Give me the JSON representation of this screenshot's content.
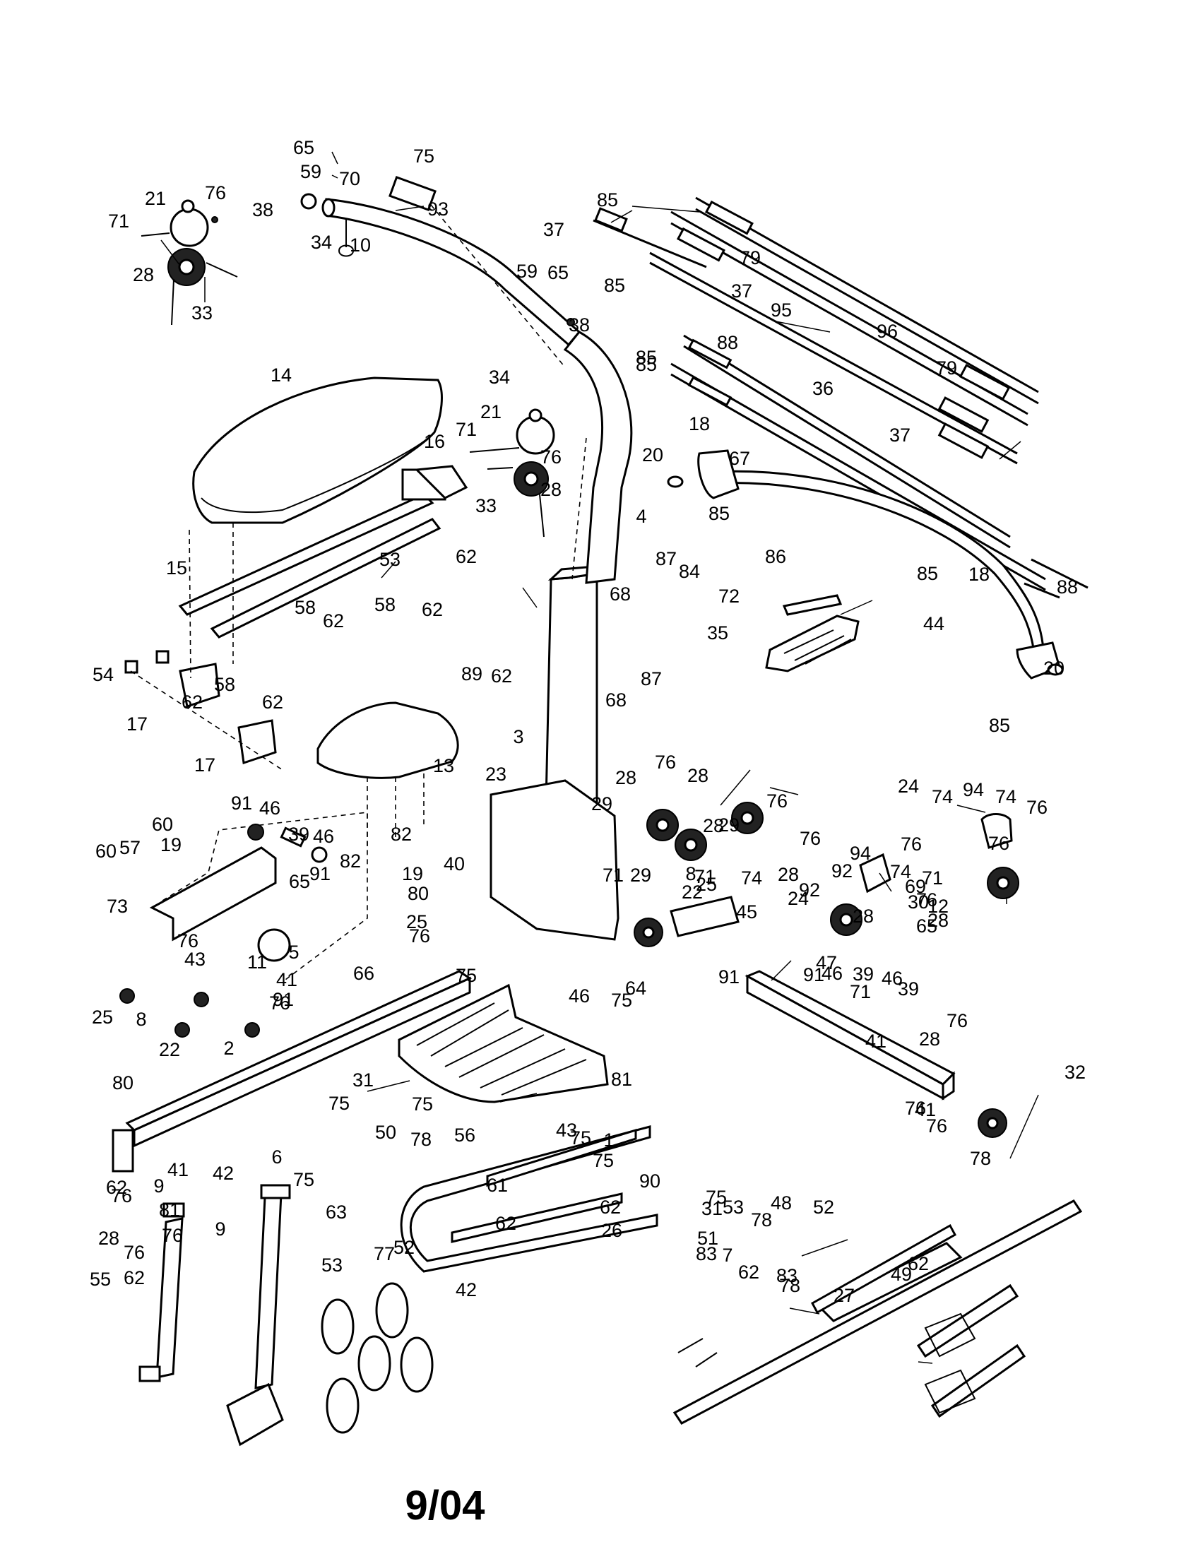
{
  "diagram": {
    "part_labels": [
      "1",
      "2",
      "3",
      "4",
      "5",
      "6",
      "7",
      "8",
      "9",
      "10",
      "11",
      "12",
      "13",
      "14",
      "15",
      "16",
      "17",
      "18",
      "19",
      "20",
      "21",
      "22",
      "23",
      "24",
      "25",
      "26",
      "27",
      "28",
      "29",
      "30",
      "31",
      "32",
      "33",
      "34",
      "35",
      "36",
      "37",
      "38",
      "39",
      "40",
      "41",
      "42",
      "43",
      "44",
      "45",
      "46",
      "47",
      "48",
      "49",
      "50",
      "51",
      "52",
      "53",
      "54",
      "55",
      "56",
      "57",
      "58",
      "59",
      "60",
      "61",
      "62",
      "63",
      "64",
      "65",
      "66",
      "67",
      "68",
      "69",
      "70",
      "71",
      "72",
      "73",
      "74",
      "75",
      "76",
      "77",
      "78",
      "79",
      "80",
      "81",
      "82",
      "83",
      "84",
      "85",
      "86",
      "87",
      "88",
      "89",
      "90",
      "91",
      "92",
      "93",
      "94",
      "95",
      "96"
    ],
    "callouts": [
      {
        "t": "65"
      },
      {
        "t": "75"
      },
      {
        "t": "59"
      },
      {
        "t": "70"
      },
      {
        "t": "21"
      },
      {
        "t": "76"
      },
      {
        "t": "38"
      },
      {
        "t": "93"
      },
      {
        "t": "71"
      },
      {
        "t": "34"
      },
      {
        "t": "10"
      },
      {
        "t": "28"
      },
      {
        "t": "33"
      },
      {
        "t": "85"
      },
      {
        "t": "37"
      },
      {
        "t": "79"
      },
      {
        "t": "85"
      },
      {
        "t": "37"
      },
      {
        "t": "59"
      },
      {
        "t": "65"
      },
      {
        "t": "38"
      },
      {
        "t": "95"
      },
      {
        "t": "96"
      },
      {
        "t": "85"
      },
      {
        "t": "88"
      },
      {
        "t": "79"
      },
      {
        "t": "36"
      },
      {
        "t": "37"
      },
      {
        "t": "18"
      },
      {
        "t": "85"
      },
      {
        "t": "14"
      },
      {
        "t": "34"
      },
      {
        "t": "71"
      },
      {
        "t": "21"
      },
      {
        "t": "76"
      },
      {
        "t": "16"
      },
      {
        "t": "28"
      },
      {
        "t": "33"
      },
      {
        "t": "20"
      },
      {
        "t": "67"
      },
      {
        "t": "85"
      },
      {
        "t": "4"
      },
      {
        "t": "84"
      },
      {
        "t": "53"
      },
      {
        "t": "15"
      },
      {
        "t": "62"
      },
      {
        "t": "58"
      },
      {
        "t": "62"
      },
      {
        "t": "58"
      },
      {
        "t": "62"
      },
      {
        "t": "86"
      },
      {
        "t": "68"
      },
      {
        "t": "87"
      },
      {
        "t": "72"
      },
      {
        "t": "85"
      },
      {
        "t": "18"
      },
      {
        "t": "88"
      },
      {
        "t": "44"
      },
      {
        "t": "35"
      },
      {
        "t": "54"
      },
      {
        "t": "58"
      },
      {
        "t": "62"
      },
      {
        "t": "89"
      },
      {
        "t": "62"
      },
      {
        "t": "68"
      },
      {
        "t": "87"
      },
      {
        "t": "20"
      },
      {
        "t": "17"
      },
      {
        "t": "62"
      },
      {
        "t": "85"
      },
      {
        "t": "3"
      },
      {
        "t": "17"
      },
      {
        "t": "13"
      },
      {
        "t": "23"
      },
      {
        "t": "28"
      },
      {
        "t": "76"
      },
      {
        "t": "28"
      },
      {
        "t": "91"
      },
      {
        "t": "46"
      },
      {
        "t": "24"
      },
      {
        "t": "74"
      },
      {
        "t": "94"
      },
      {
        "t": "74"
      },
      {
        "t": "76"
      },
      {
        "t": "29"
      },
      {
        "t": "76"
      },
      {
        "t": "29"
      },
      {
        "t": "60"
      },
      {
        "t": "39"
      },
      {
        "t": "46"
      },
      {
        "t": "57"
      },
      {
        "t": "19"
      },
      {
        "t": "82"
      },
      {
        "t": "82"
      },
      {
        "t": "28"
      },
      {
        "t": "76"
      },
      {
        "t": "94"
      },
      {
        "t": "76"
      },
      {
        "t": "76"
      },
      {
        "t": "60"
      },
      {
        "t": "91"
      },
      {
        "t": "40"
      },
      {
        "t": "29"
      },
      {
        "t": "74"
      },
      {
        "t": "71"
      },
      {
        "t": "65"
      },
      {
        "t": "19"
      },
      {
        "t": "71"
      },
      {
        "t": "28"
      },
      {
        "t": "12"
      },
      {
        "t": "73"
      },
      {
        "t": "80"
      },
      {
        "t": "71"
      },
      {
        "t": "8"
      },
      {
        "t": "74"
      },
      {
        "t": "92"
      },
      {
        "t": "69"
      },
      {
        "t": "76"
      },
      {
        "t": "22"
      },
      {
        "t": "25"
      },
      {
        "t": "24"
      },
      {
        "t": "30"
      },
      {
        "t": "65"
      },
      {
        "t": "45"
      },
      {
        "t": "92"
      },
      {
        "t": "28"
      },
      {
        "t": "28"
      },
      {
        "t": "25"
      },
      {
        "t": "5"
      },
      {
        "t": "76"
      },
      {
        "t": "43"
      },
      {
        "t": "11"
      },
      {
        "t": "41"
      },
      {
        "t": "76"
      },
      {
        "t": "75"
      },
      {
        "t": "47"
      },
      {
        "t": "91"
      },
      {
        "t": "66"
      },
      {
        "t": "64"
      },
      {
        "t": "71"
      },
      {
        "t": "39"
      },
      {
        "t": "91"
      },
      {
        "t": "75"
      },
      {
        "t": "46"
      },
      {
        "t": "39"
      },
      {
        "t": "46"
      },
      {
        "t": "46"
      },
      {
        "t": "91"
      },
      {
        "t": "25"
      },
      {
        "t": "8"
      },
      {
        "t": "22"
      },
      {
        "t": "2"
      },
      {
        "t": "76"
      },
      {
        "t": "76"
      },
      {
        "t": "41"
      },
      {
        "t": "28"
      },
      {
        "t": "32"
      },
      {
        "t": "81"
      },
      {
        "t": "31"
      },
      {
        "t": "41"
      },
      {
        "t": "76"
      },
      {
        "t": "80"
      },
      {
        "t": "75"
      },
      {
        "t": "75"
      },
      {
        "t": "76"
      },
      {
        "t": "78"
      },
      {
        "t": "43"
      },
      {
        "t": "56"
      },
      {
        "t": "75"
      },
      {
        "t": "1"
      },
      {
        "t": "75"
      },
      {
        "t": "41"
      },
      {
        "t": "42"
      },
      {
        "t": "6"
      },
      {
        "t": "9"
      },
      {
        "t": "62"
      },
      {
        "t": "50"
      },
      {
        "t": "90"
      },
      {
        "t": "61"
      },
      {
        "t": "78"
      },
      {
        "t": "75"
      },
      {
        "t": "52"
      },
      {
        "t": "76"
      },
      {
        "t": "53"
      },
      {
        "t": "31"
      },
      {
        "t": "81"
      },
      {
        "t": "78"
      },
      {
        "t": "28"
      },
      {
        "t": "62"
      },
      {
        "t": "9"
      },
      {
        "t": "63"
      },
      {
        "t": "75"
      },
      {
        "t": "76"
      },
      {
        "t": "48"
      },
      {
        "t": "62"
      },
      {
        "t": "62"
      },
      {
        "t": "76"
      },
      {
        "t": "77"
      },
      {
        "t": "52"
      },
      {
        "t": "26"
      },
      {
        "t": "51"
      },
      {
        "t": "53"
      },
      {
        "t": "7"
      },
      {
        "t": "55"
      },
      {
        "t": "62"
      },
      {
        "t": "83"
      },
      {
        "t": "62"
      },
      {
        "t": "83"
      },
      {
        "t": "49"
      },
      {
        "t": "78"
      },
      {
        "t": "27"
      },
      {
        "t": "42"
      }
    ]
  },
  "footer": {
    "date_code": "9/04"
  }
}
